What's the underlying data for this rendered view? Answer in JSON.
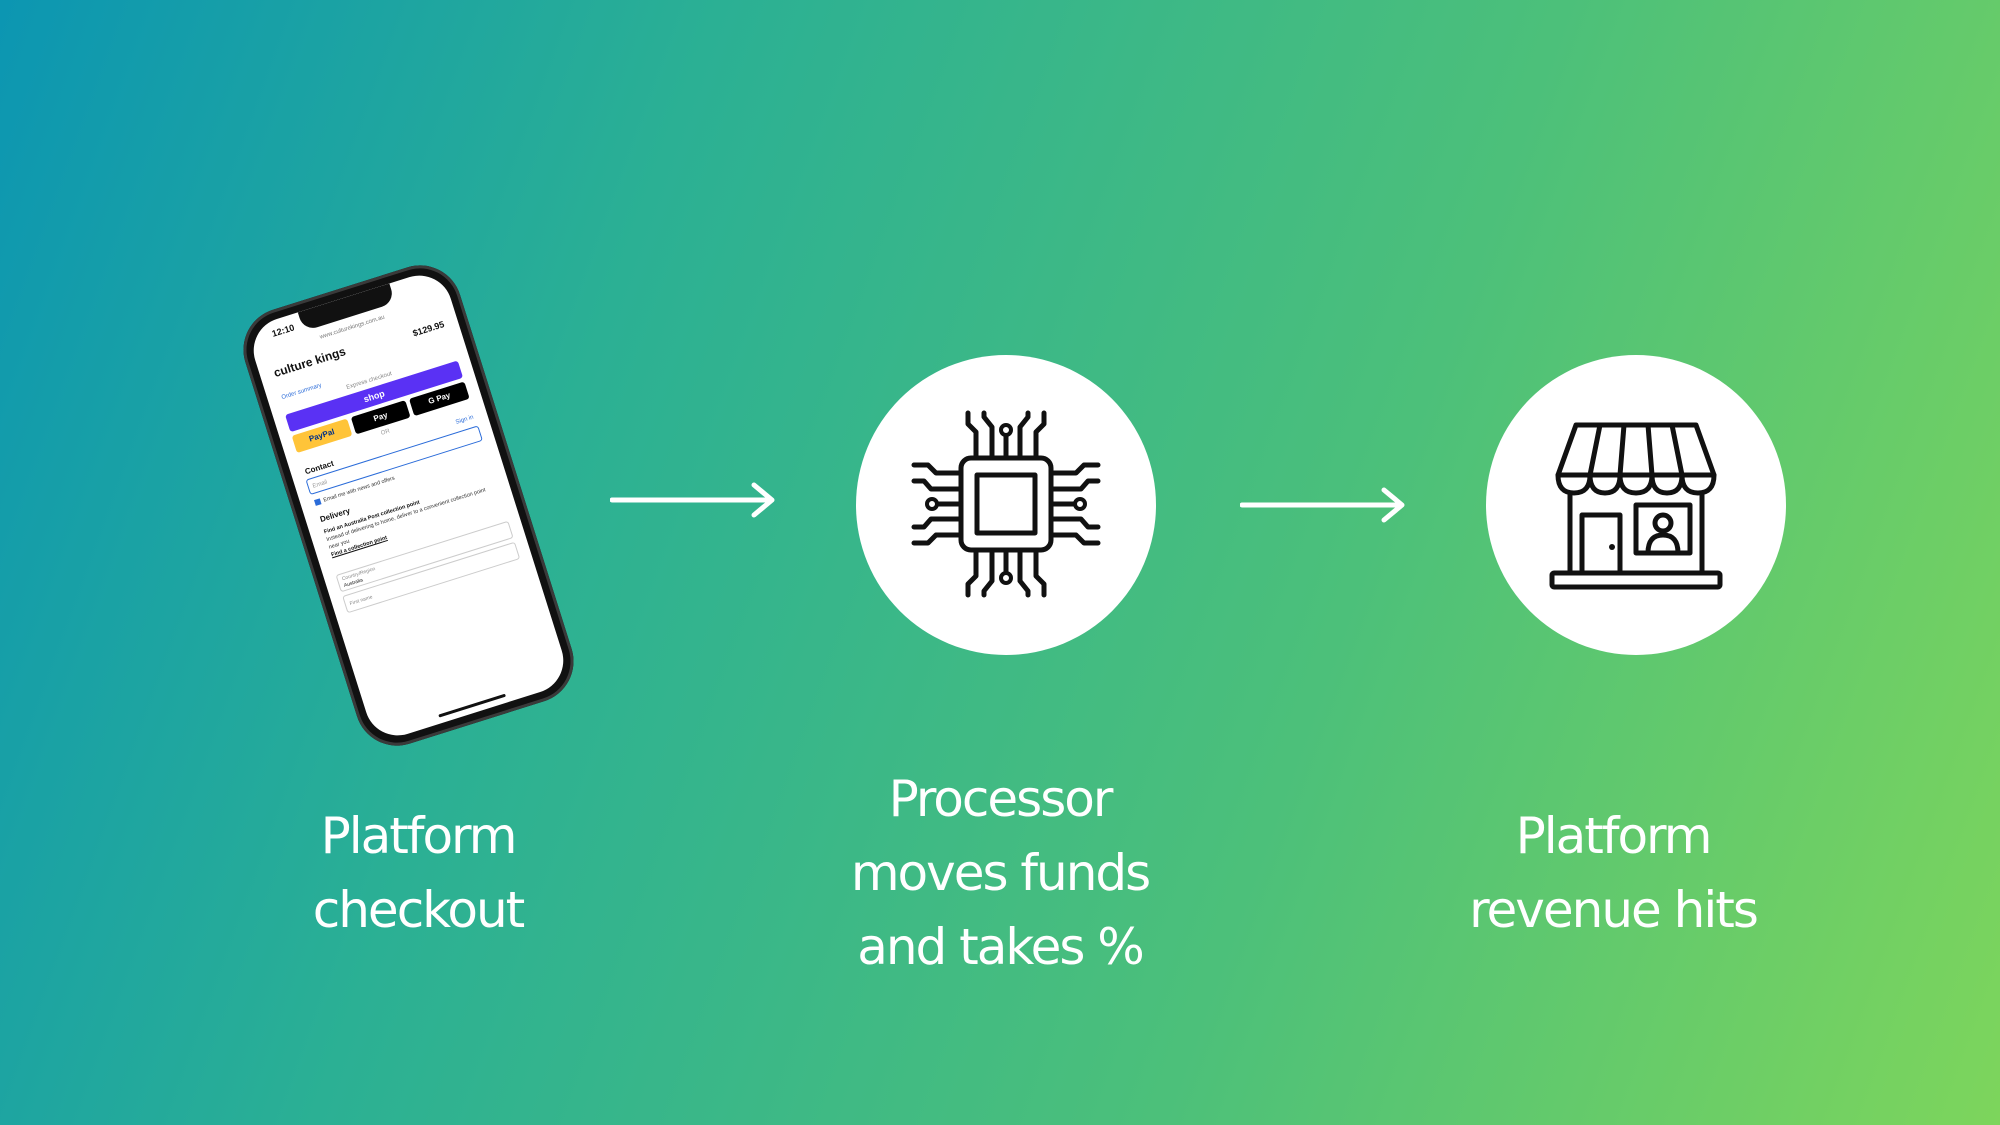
{
  "steps": [
    {
      "lines": [
        "Platform",
        "checkout"
      ]
    },
    {
      "lines": [
        "Processor",
        "moves funds",
        "and takes %"
      ]
    },
    {
      "lines": [
        "Platform",
        "revenue hits"
      ]
    }
  ],
  "phone_screen": {
    "time": "12:10",
    "url": "www.culturekings.com.au",
    "brand": "culture kings",
    "price": "$129.95",
    "order_summary": "Order summary",
    "express_checkout": "Express checkout",
    "shop_button": "shop",
    "paypal_button": "PayPal",
    "apple_pay_button": "Pay",
    "google_pay_button": "G Pay",
    "or_divider": "OR",
    "contact_heading": "Contact",
    "sign_in_link": "Sign in",
    "email_placeholder": "Email",
    "newsletter_label": "Email me with news and offers",
    "delivery_heading": "Delivery",
    "collection_title": "Find an Australia Post collection point",
    "collection_desc": "Instead of delivering to home, deliver to a convenient collection point near you",
    "collection_link": "Find a collection point",
    "country_label": "Country/Region",
    "country_value": "Australia",
    "first_name_placeholder": "First name"
  },
  "icons": {
    "step1": "smartphone-checkout",
    "step2": "processor-chip-icon",
    "step3": "storefront-icon",
    "connector": "arrow-right-icon"
  },
  "colors": {
    "gradient_start": "#0c96b2",
    "gradient_end": "#7dd55c",
    "label_text": "#ffffff",
    "circle_fill": "#ffffff",
    "icon_stroke": "#111111",
    "shop_button": "#5a31f4"
  }
}
